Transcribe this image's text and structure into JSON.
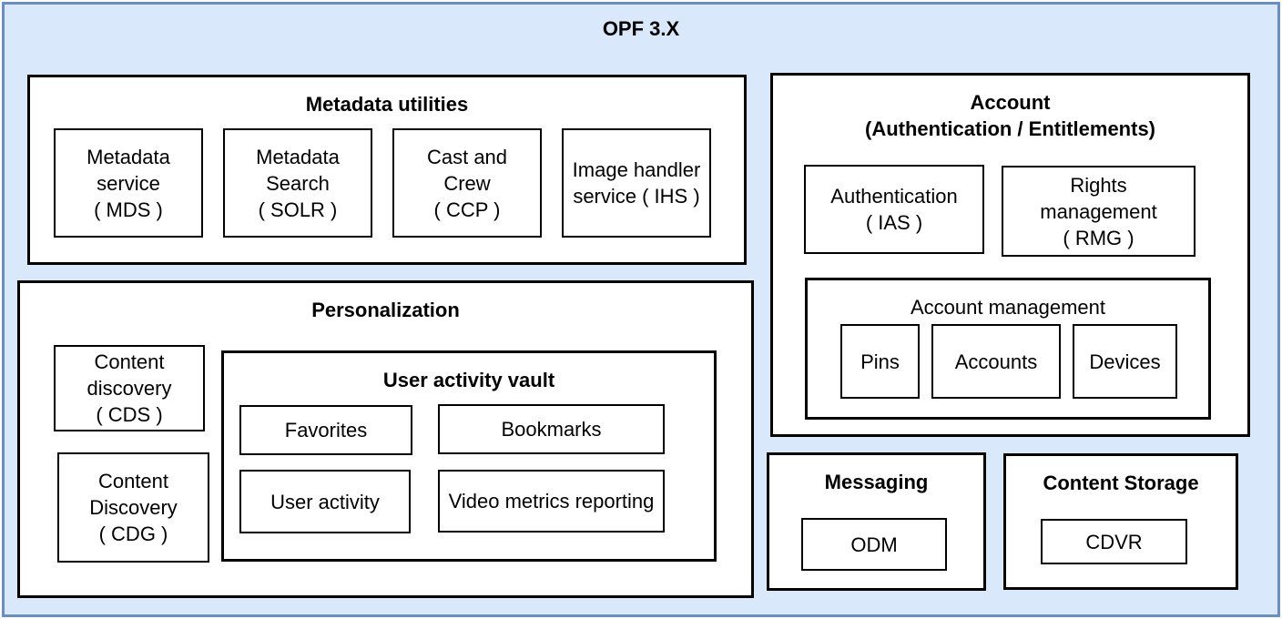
{
  "title": "OPF 3.X",
  "colors": {
    "canvas_fill": "#dae8fc",
    "canvas_stroke": "#6c8ebf",
    "box_fill": "#ffffff",
    "box_stroke": "#000000"
  },
  "metadata_utilities": {
    "title": "Metadata utilities",
    "items": [
      {
        "label": "Metadata\nservice\n( MDS )"
      },
      {
        "label": "Metadata\nSearch\n( SOLR )"
      },
      {
        "label": "Cast and\nCrew\n( CCP )"
      },
      {
        "label": "Image handler\nservice ( IHS )"
      }
    ]
  },
  "personalization": {
    "title": "Personalization",
    "side_items": [
      {
        "label": "Content\ndiscovery\n( CDS )"
      },
      {
        "label": "Content\nDiscovery\n( CDG )"
      }
    ],
    "user_activity_vault": {
      "title": "User activity vault",
      "items": [
        {
          "label": "Favorites"
        },
        {
          "label": "Bookmarks"
        },
        {
          "label": "User activity"
        },
        {
          "label": "Video metrics reporting"
        }
      ]
    }
  },
  "account": {
    "title": "Account\n(Authentication / Entitlements)",
    "items": [
      {
        "label": "Authentication\n( IAS )"
      },
      {
        "label": "Rights\nmanagement\n( RMG )"
      }
    ],
    "account_management": {
      "title": "Account management",
      "items": [
        {
          "label": "Pins"
        },
        {
          "label": "Accounts"
        },
        {
          "label": "Devices"
        }
      ]
    }
  },
  "messaging": {
    "title": "Messaging",
    "items": [
      {
        "label": "ODM"
      }
    ]
  },
  "content_storage": {
    "title": "Content Storage",
    "items": [
      {
        "label": "CDVR"
      }
    ]
  }
}
